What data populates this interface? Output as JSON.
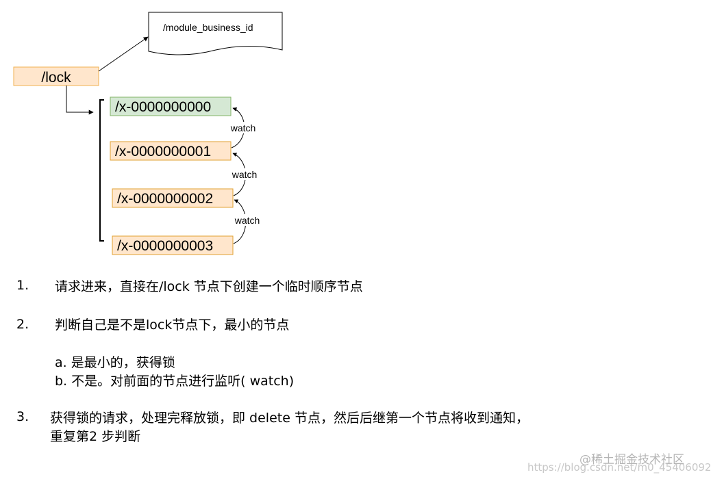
{
  "diagram": {
    "doc_label": "/module_business_id",
    "root_label": "/lock",
    "nodes": [
      {
        "label": "/x-0000000000",
        "fill": "#d5e8d4",
        "stroke": "#82b366"
      },
      {
        "label": "/x-0000000001",
        "fill": "#ffe6cc",
        "stroke": "#e0a030"
      },
      {
        "label": "/x-0000000002",
        "fill": "#ffe6cc",
        "stroke": "#e0a030"
      },
      {
        "label": "/x-0000000003",
        "fill": "#ffe6cc",
        "stroke": "#e0a030"
      }
    ],
    "watch_labels": [
      "watch",
      "watch",
      "watch"
    ],
    "colors": {
      "doc_fill": "#ffffff",
      "root_fill": "#ffe6cc",
      "root_stroke": "#f0b050",
      "line": "#000000"
    }
  },
  "steps": [
    {
      "number": "1.",
      "text": "请求进来，直接在/lock 节点下创建一个临时顺序节点"
    },
    {
      "number": "2.",
      "text": "判断自己是不是lock节点下，最小的节点",
      "sub": [
        "a. 是最小的，获得锁",
        "b. 不是。对前面的节点进行监听( watch)"
      ]
    },
    {
      "number": "3.",
      "lines": [
        "获得锁的请求，处理完释放锁，即 delete 节点，然后后继第一个节点将收到通知，",
        "重复第2 步判断"
      ]
    }
  ],
  "watermark": {
    "logo": "@稀土掘金技术社区",
    "url": "https://blog.csdn.net/m0_45406092"
  }
}
